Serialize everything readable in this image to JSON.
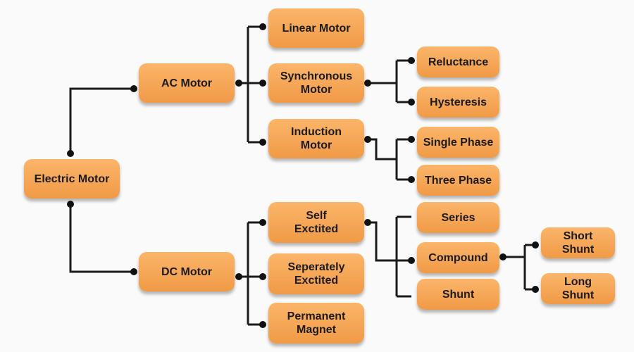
{
  "nodes": {
    "electric_motor": "Electric Motor",
    "ac_motor": "AC Motor",
    "dc_motor": "DC Motor",
    "linear_motor": "Linear Motor",
    "synchronous_motor": "Synchronous\nMotor",
    "induction_motor": "Induction\nMotor",
    "reluctance": "Reluctance",
    "hysteresis": "Hysteresis",
    "single_phase": "Single Phase",
    "three_phase": "Three Phase",
    "self_excited": "Self\nExctited",
    "separately_excited": "Seperately\nExctited",
    "permanent_magnet": "Permanent\nMagnet",
    "series": "Series",
    "compound": "Compound",
    "shunt": "Shunt",
    "short_shunt": "Short\nShunt",
    "long_shunt": "Long\nShunt"
  },
  "colors": {
    "node_fill_top": "#fbb56a",
    "node_fill_bottom": "#f09a46",
    "connector": "#1a1a1a",
    "background": "#fafafa"
  }
}
